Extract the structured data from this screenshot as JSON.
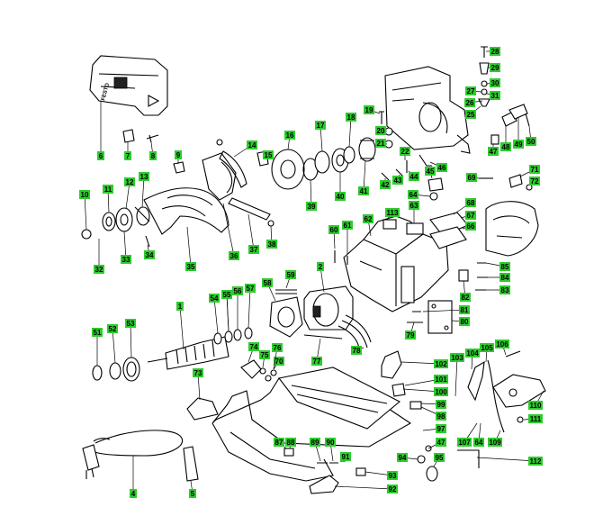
{
  "diagram": {
    "labels": [
      "1",
      "2",
      "4",
      "5",
      "6",
      "7",
      "8",
      "9",
      "10",
      "11",
      "12",
      "13",
      "14",
      "15",
      "16",
      "17",
      "18",
      "19",
      "20",
      "21",
      "22",
      "25",
      "26",
      "27",
      "28",
      "29",
      "30",
      "31",
      "32",
      "33",
      "34",
      "35",
      "36",
      "37",
      "38",
      "39",
      "40",
      "41",
      "42",
      "43",
      "44",
      "45",
      "46",
      "47",
      "48",
      "49",
      "50",
      "51",
      "52",
      "53",
      "54",
      "55",
      "56",
      "57",
      "58",
      "59",
      "60",
      "61",
      "62",
      "63",
      "64",
      "66",
      "67",
      "68",
      "69",
      "70",
      "71",
      "72",
      "73",
      "74",
      "75",
      "76",
      "77",
      "78",
      "79",
      "80",
      "81",
      "82",
      "83",
      "84",
      "85",
      "87",
      "88",
      "89",
      "90",
      "91",
      "92",
      "93",
      "94",
      "95",
      "97",
      "98",
      "99",
      "100",
      "101",
      "102",
      "103",
      "104",
      "105",
      "106",
      "107",
      "109",
      "110",
      "111",
      "112",
      "113",
      "47",
      "64",
      "55"
    ],
    "device_label": "FESTO"
  }
}
